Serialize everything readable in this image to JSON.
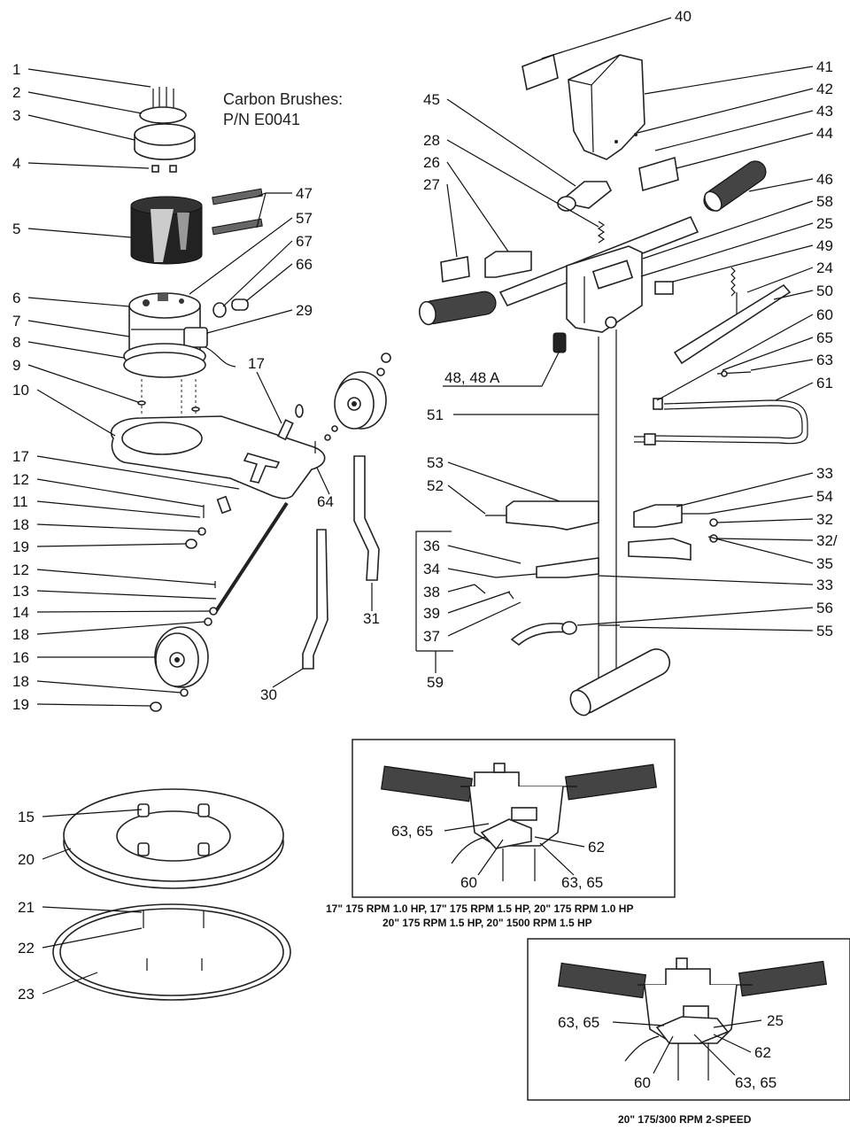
{
  "note": {
    "line1": "Carbon Brushes:",
    "line2": "P/N E0041"
  },
  "callouts": {
    "c1": "1",
    "c2": "2",
    "c3": "3",
    "c4": "4",
    "c5": "5",
    "c6": "6",
    "c7": "7",
    "c8": "8",
    "c9": "9",
    "c10": "10",
    "c17a": "17",
    "c12a": "12",
    "c11": "11",
    "c18a": "18",
    "c19a": "19",
    "c12b": "12",
    "c13": "13",
    "c14": "14",
    "c18b": "18",
    "c16": "16",
    "c18c": "18",
    "c19b": "19",
    "c47": "47",
    "c57": "57",
    "c67": "67",
    "c66": "66",
    "c29": "29",
    "c17b": "17",
    "c64": "64",
    "c31": "31",
    "c30": "30",
    "c40": "40",
    "c41": "41",
    "c42": "42",
    "c43": "43",
    "c44": "44",
    "c45": "45",
    "c28": "28",
    "c26": "26",
    "c27": "27",
    "c46": "46",
    "c58": "58",
    "c25": "25",
    "c49": "49",
    "c24": "24",
    "c50": "50",
    "c60": "60",
    "c65": "65",
    "c63": "63",
    "c61": "61",
    "c48": "48,  48 A",
    "c51": "51",
    "c53": "53",
    "c52": "52",
    "c33a": "33",
    "c54": "54",
    "c32": "32",
    "c32a": "32/",
    "c35": "35",
    "c36": "36",
    "c34": "34",
    "c33b": "33",
    "c38": "38",
    "c39": "39",
    "c37": "37",
    "c56": "56",
    "c55": "55",
    "c59": "59",
    "c15": "15",
    "c20": "20",
    "c21": "21",
    "c22": "22",
    "c23": "23"
  },
  "inset1": {
    "c6365a": "63, 65",
    "c62": "62",
    "c60": "60",
    "c6365b": "63, 65",
    "caption1": "17\" 175 RPM 1.0 HP, 17\" 175 RPM 1.5 HP, 20\" 175 RPM 1.0 HP",
    "caption2": "20\" 175 RPM 1.5 HP, 20\" 1500 RPM 1.5 HP"
  },
  "inset2": {
    "c6365a": "63, 65",
    "c25": "25",
    "c62": "62",
    "c60": "60",
    "c6365b": "63, 65",
    "caption": "20\" 175/300 RPM 2-SPEED"
  }
}
